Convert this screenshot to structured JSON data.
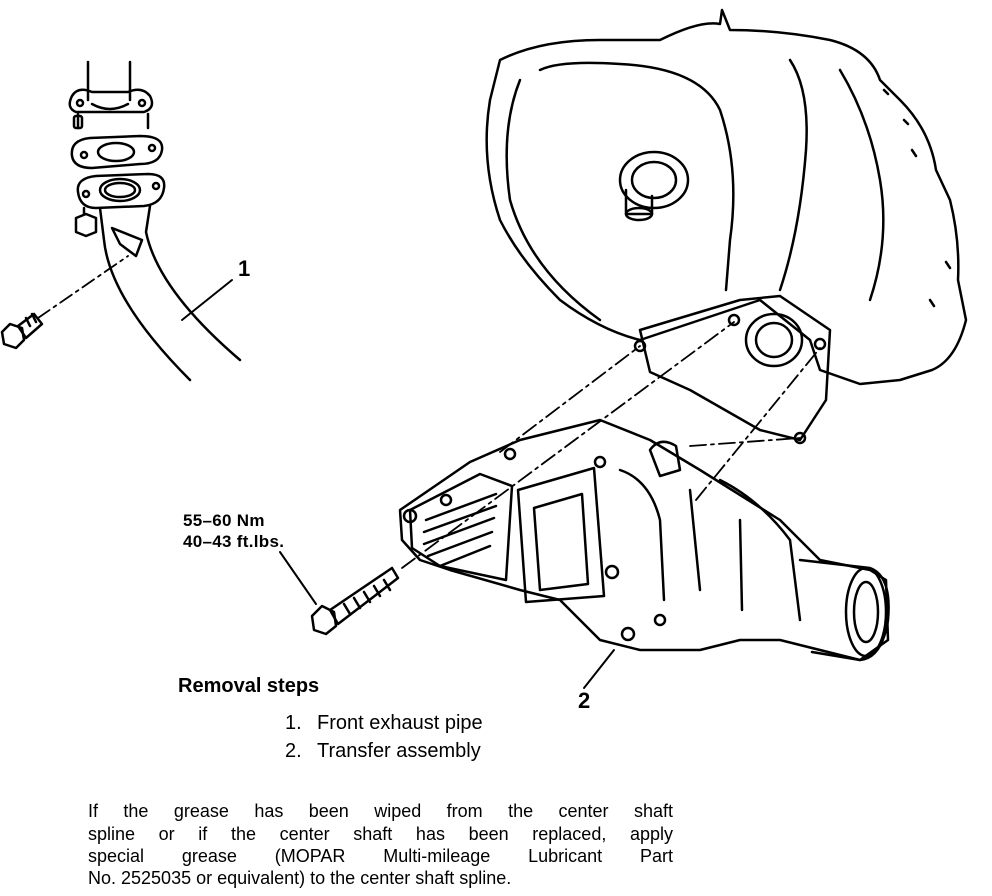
{
  "callouts": {
    "front_exhaust_pipe": "1",
    "transfer_assembly": "2"
  },
  "torque": {
    "metric": "55–60  Nm",
    "imperial": "40–43  ft.lbs."
  },
  "removal": {
    "title": "Removal steps",
    "steps": [
      {
        "num": "1.",
        "label": "Front exhaust pipe"
      },
      {
        "num": "2.",
        "label": "Transfer assembly"
      }
    ]
  },
  "note": {
    "lines": [
      "If the grease has been wiped from the center shaft",
      "spline or if the center shaft has been replaced, apply",
      "special grease (MOPAR Multi-mileage Lubricant Part"
    ],
    "last_line": "No. 2525035 or equivalent) to the center shaft spline."
  },
  "icons": {
    "exhaust_pipe": "exhaust-pipe-icon",
    "gaskets": "gasket-icon",
    "bolt": "bolt-icon",
    "transmission": "transmission-case-icon",
    "transfer": "transfer-assembly-icon"
  }
}
